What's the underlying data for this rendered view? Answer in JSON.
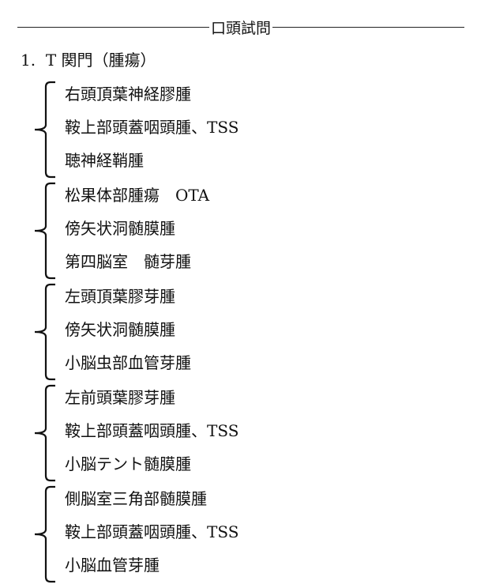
{
  "header": {
    "title": "口頭試問"
  },
  "section": {
    "number": "1.",
    "title": "T 関門（腫瘍）"
  },
  "groups": [
    {
      "items": [
        "右頭頂葉神経膠腫",
        "鞍上部頭蓋咽頭腫、TSS",
        "聴神経鞘腫"
      ]
    },
    {
      "items": [
        "松果体部腫瘍　OTA",
        "傍矢状洞髄膜腫",
        "第四脳室　髄芽腫"
      ]
    },
    {
      "items": [
        "左頭頂葉膠芽腫",
        "傍矢状洞髄膜腫",
        "小脳虫部血管芽腫"
      ]
    },
    {
      "items": [
        "左前頭葉膠芽腫",
        "鞍上部頭蓋咽頭腫、TSS",
        "小脳テント髄膜腫"
      ]
    },
    {
      "items": [
        "側脳室三角部髄膜腫",
        "鞍上部頭蓋咽頭腫、TSS",
        "小脳血管芽腫"
      ]
    }
  ]
}
